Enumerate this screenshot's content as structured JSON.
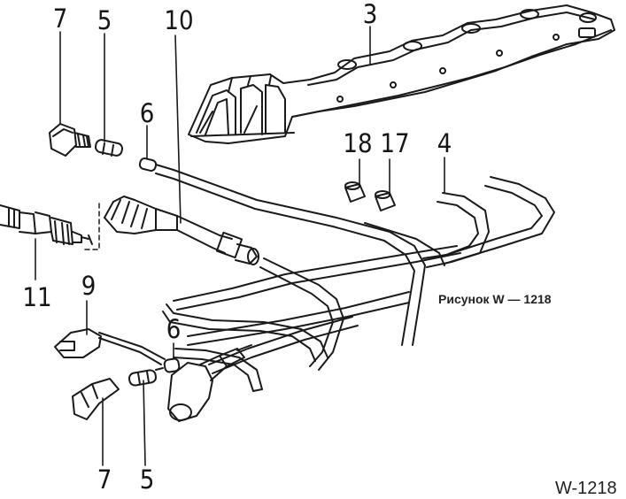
{
  "diagram": {
    "caption": "Рисунок W — 1218",
    "figure_code": "W-1218",
    "callouts": {
      "c7_top": "7",
      "c5_top": "5",
      "c10": "10",
      "c3": "3",
      "c6_top": "6",
      "c18": "18",
      "c17": "17",
      "c4": "4",
      "c11": "11",
      "c9": "9",
      "c6_bottom": "6",
      "c7_bottom": "7",
      "c5_bottom": "5"
    }
  }
}
